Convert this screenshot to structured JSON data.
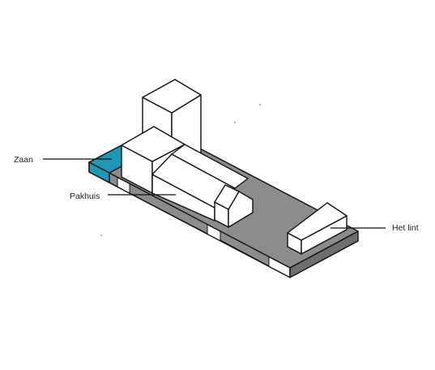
{
  "labels": {
    "zaan": "Zaan",
    "pakhuis": "Pakhuis",
    "het_lint": "Het lint"
  },
  "colors": {
    "water": "#1f98b5",
    "ground": "#8c8c8b",
    "wall": "#ffffff",
    "outline": "#111111"
  },
  "icons": {
    "water": "zaan-water-edge",
    "building": "isometric-block"
  }
}
